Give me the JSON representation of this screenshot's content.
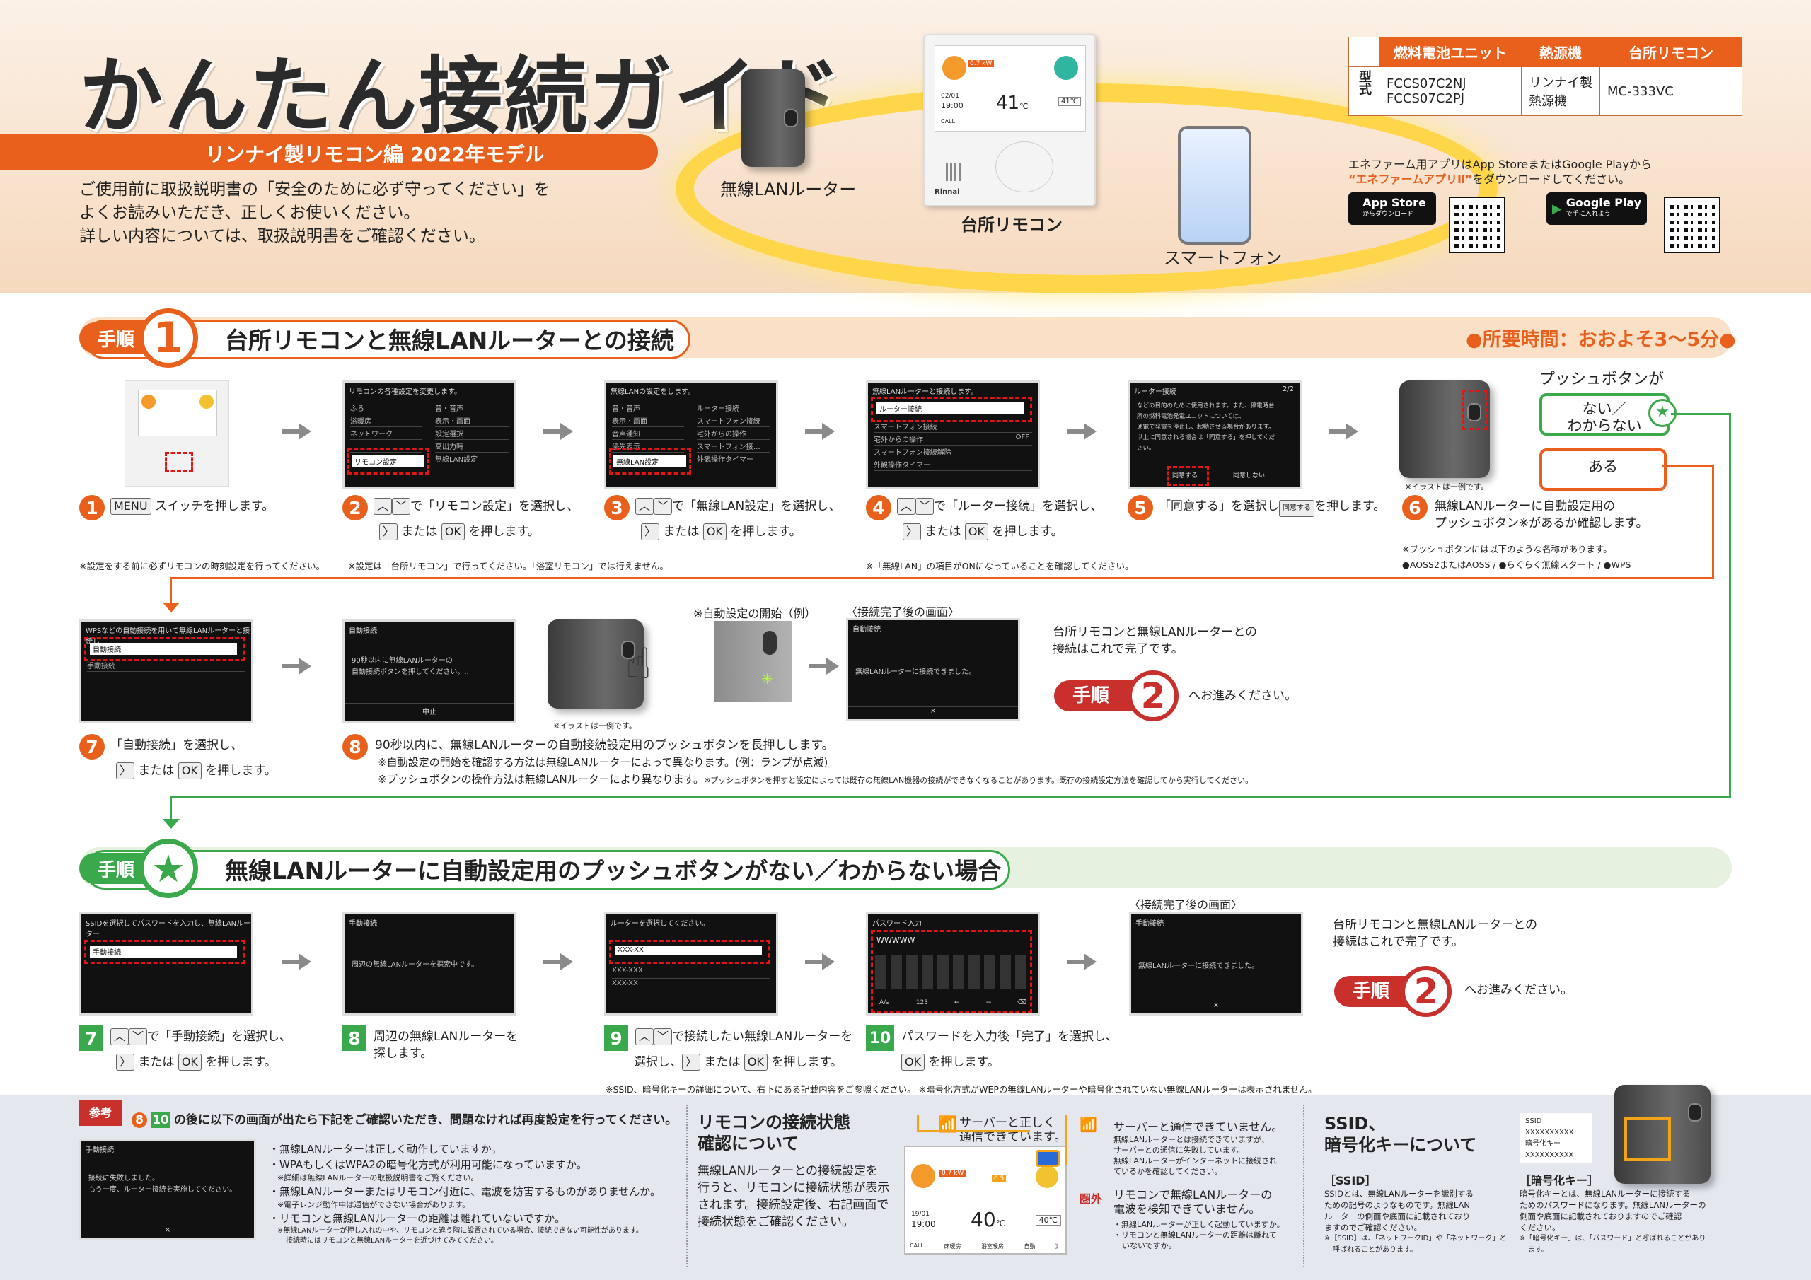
{
  "header": {
    "title": "かんたん接続ガイド",
    "subtitle": "リンナイ製リモコン編 2022年モデル",
    "intro": [
      "ご使用前に取扱説明書の「安全のために必ず守ってください」を",
      "よくお読みいただき、正しくお使いください。",
      "詳しい内容については、取扱説明書をご確認ください。"
    ],
    "devices": {
      "router": "無線LANルーター",
      "remote": "台所リモコン",
      "phone": "スマートフォン",
      "remote_brand": "Rinnai"
    },
    "remote_screen": {
      "temp": "41",
      "unit": "℃",
      "small_temp": "41℃",
      "time": "19:00",
      "date": "02/01",
      "call": "CALL",
      "badge": "0.7 kW"
    },
    "phone_screen": {}
  },
  "model_table": {
    "headers": [
      "燃料電池ユニット",
      "熱源機",
      "台所リモコン"
    ],
    "row_label": "型式",
    "cells": [
      [
        "FCCS07C2NJ",
        "FCCS07C2PJ"
      ],
      [
        "リンナイ製",
        "熱源機"
      ],
      [
        "MC-333VC"
      ]
    ]
  },
  "app": {
    "note1": "エネファーム用アプリはApp StoreまたはGoogle Playから",
    "note2_link": "“エネファームアプリⅡ”",
    "note2_rest": "をダウンロードしてください。",
    "appstore_main": "App Store",
    "appstore_sub": "からダウンロード",
    "googleplay_main": "Google Play",
    "googleplay_sub": "で手に入れよう"
  },
  "section1": {
    "tag": "手順",
    "number": "1",
    "title": "台所リモコンと無線LANルーターとの接続",
    "time": "●所要時間：おおよそ3〜5分●",
    "screens": {
      "s2": {
        "header": "リモコンの各種設定を変更します。",
        "items": [
          "ふろ",
          "浴暖房",
          "ネットワーク",
          "",
          "リモコン設定"
        ],
        "items_r": [
          "音・音声",
          "表示・画面",
          "設定選択",
          "高出力時",
          "無線LAN設定"
        ]
      },
      "s3": {
        "header": "無線LANの設定をします。",
        "items": [
          "音・音声",
          "表示・画面",
          "音声通知",
          "優先表示",
          "無線LAN設定"
        ],
        "items_r": [
          "ルーター接続",
          "スマートフォン接続",
          "宅外からの操作",
          "スマートフォン接…",
          "外観操作タイマー"
        ]
      },
      "s4": {
        "header": "無線LANルーターと接続します。",
        "items": [
          "ルーター接続",
          "スマートフォン接続",
          "宅外からの操作",
          "スマートフォン接続解除",
          "外観操作タイマー"
        ],
        "off": "OFF"
      },
      "s5": {
        "header": "ルーター接続",
        "page": "2/2",
        "body": [
          "などの目的のために使用されます。また、停電時台",
          "所の燃料電池発電ユニットについては、",
          "通電で発電を停止し、起動させる場合があります。",
          "以上に同意される場合は「同意する」を押してくだ",
          "さい。"
        ],
        "agree": "同意する",
        "disagree": "同意しない"
      }
    },
    "steps": {
      "s1": {
        "num": "1",
        "key": "MENU",
        "text": "スイッチを押します。"
      },
      "s2": {
        "num": "2",
        "text_a": "で「リモコン設定」を選択し、",
        "or": "または",
        "ok": "OK",
        "text_b": "を押します。"
      },
      "s3": {
        "num": "3",
        "text_a": "で「無線LAN設定」を選択し、",
        "or": "または",
        "ok": "OK",
        "text_b": "を押します。"
      },
      "s4": {
        "num": "4",
        "text_a": "で「ルーター接続」を選択し、",
        "or": "または",
        "ok": "OK",
        "text_b": "を押します。"
      },
      "s5": {
        "num": "5",
        "text_a": "「同意する」を選択し",
        "key": "同意する",
        "text_b": "を押します。"
      },
      "s6": {
        "num": "6",
        "text": [
          "無線LANルーターに自動設定用の",
          "プッシュボタン※があるか確認します。"
        ]
      }
    },
    "illus_note": "※イラストは一例です。",
    "push_question": "プッシュボタンが",
    "opt_no": "ない／\nわからない",
    "opt_yes": "ある",
    "push_names_note": "※プッシュボタンには以下のような名称があります。",
    "push_names": "●AOSS2またはAOSS / ●らくらく無線スタート / ●WPS",
    "note1": "※設定をする前に必ずリモコンの時刻設定を行ってください。",
    "note2": "※設定は「台所リモコン」で行ってください。「浴室リモコン」では行えません。",
    "note3": "※「無線LAN」の項目がONになっていることを確認してください。",
    "screens2": {
      "s7": {
        "header": "WPSなどの自動接続を用いて無線LANルーターと接続し",
        "hl": "自動接続",
        "item2": "手動接続"
      },
      "s8": {
        "header": "自動接続",
        "body1": "90秒以内に無線LANルーターの",
        "body2": "自動接続ボタンを押してください。..",
        "cancel": "中止"
      },
      "done": {
        "caption": "〈接続完了後の画面〉",
        "header": "自動接続",
        "body": "無線LANルーターに接続できました。",
        "x": "×"
      },
      "auto_example": "※自動設定の開始（例）"
    },
    "steps2": {
      "s7": {
        "num": "7",
        "text_a": "「自動接続」を選択し、",
        "or": "または",
        "ok": "OK",
        "text_b": "を押します。"
      },
      "s8": {
        "num": "8",
        "text": "90秒以内に、無線LANルーターの自動接続設定用のプッシュボタンを長押しします。",
        "n1": "※自動設定の開始を確認する方法は無線LANルーターによって異なります。(例：ランプが点滅)",
        "n2": "※プッシュボタンの操作方法は無線LANルーターにより異なります。",
        "n3": "※プッシュボタンを押すと設定によっては既存の無線LAN機器の接続ができなくなることがあります。既存の接続設定方法を確認してから実行してください。"
      }
    },
    "complete": [
      "台所リモコンと無線LANルーターとの",
      "接続はこれで完了です。"
    ],
    "next_tag": "手順",
    "next_num": "2",
    "next_text": "へお進みください。"
  },
  "section_star": {
    "tag": "手順",
    "star": "★",
    "title": "無線LANルーターに自動設定用のプッシュボタンがない／わからない場合",
    "screens": {
      "s7": {
        "header": "SSIDを選択してパスワードを入力し、無線LANルーター",
        "hl": "手動接続"
      },
      "s8": {
        "header": "手動接続",
        "body": "周辺の無線LANルーターを探索中です。"
      },
      "s9": {
        "header": "ルーターを選択してください。",
        "hl": "XXX-XX",
        "item2": "XXX-XXX",
        "item3": "XXX-XX"
      },
      "s10": {
        "header": "パスワード入力",
        "value": "WWWWW",
        "bottom": [
          "A/a",
          "123",
          "←",
          "→",
          "⌫"
        ]
      },
      "done": {
        "caption": "〈接続完了後の画面〉",
        "header": "手動接続",
        "body": "無線LANルーターに接続できました。",
        "x": "×"
      }
    },
    "steps": {
      "s7": {
        "num": "7",
        "text_a": "で「手動接続」を選択し、",
        "or": "または",
        "ok": "OK",
        "text_b": "を押します。"
      },
      "s8": {
        "num": "8",
        "text": [
          "周辺の無線LANルーターを",
          "探します。"
        ]
      },
      "s9": {
        "num": "9",
        "text_a": "で接続したい無線LANルーターを",
        "text_c": "選択し、",
        "or": "または",
        "ok": "OK",
        "text_b": "を押します。"
      },
      "s10": {
        "num": "10",
        "text_a": "パスワードを入力後「完了」を選択し、",
        "ok": "OK",
        "text_b": "を押します。"
      }
    },
    "note": "※SSID、暗号化キーの詳細について、右下にある記載内容をご参照ください。 ※暗号化方式がWEPの無線LANルーターや暗号化されていない無線LANルーターは表示されません。",
    "complete": [
      "台所リモコンと無線LANルーターとの",
      "接続はこれで完了です。"
    ],
    "next_tag": "手順",
    "next_num": "2",
    "next_text": "へお進みください。"
  },
  "reference": {
    "tag": "参考",
    "intro_num1": "8",
    "intro_num2": "10",
    "intro": "の後に以下の画面が出たら下記をご確認いただき、問題なければ再度設定を行ってください。",
    "err_screen": {
      "header": "手動接続",
      "body1": "接続に失敗しました。",
      "body2": "もう一度、ルーター接続を実施してください。",
      "x": "×"
    },
    "checks": [
      "・無線LANルーターは正しく動作していますか。",
      "・WPAもしくはWPA2の暗号化方式が利用可能になっていますか。",
      "※詳細は無線LANルーターの取扱説明書をご覧ください。",
      "・無線LANルーターまたはリモコン付近に、電波を妨害するものがありませんか。",
      "※電子レンジ動作中は通信ができない場合があります。",
      "・リモコンと無線LANルーターの距離は離れていないですか。",
      "※無線LANルーターが押し入れの中や、リモコンと違う階に設置されている場合、接続できない可能性があります。",
      "接続時にはリモコンと無線LANルーターを近づけてみてください。"
    ],
    "status_title": [
      "リモコンの接続状態",
      "確認について"
    ],
    "status_body": [
      "無線LANルーターとの接続設定を",
      "行うと、リモコンに接続状態が表示",
      "されます。接続設定後、右記画面で",
      "接続状態をご確認ください。"
    ],
    "status_ok": [
      "サーバーと正しく",
      "通信できています。"
    ],
    "status_ng_title": "サーバーと通信できていません。",
    "status_ng_body": [
      "無線LANルーターとは接続できていますが、",
      "サーバーとの通信に失敗しています。",
      "無線LANルーターがインターネットに接続され",
      "ているかを確認してください。"
    ],
    "out_tag": "圏外",
    "out_title": [
      "リモコンで無線LANルーターの",
      "電波を検知できていません。"
    ],
    "out_body": [
      "・無線LANルーターが正しく起動していますか。",
      "・リモコンと無線LANルーターの距離は離れて",
      "いないですか。"
    ],
    "remote_screen": {
      "temp": "40",
      "unit": "℃",
      "small": "40℃",
      "time": "19:00",
      "date": "19/01",
      "menu": [
        "CALL",
        "床暖房",
        "浴室暖房",
        "自動",
        "》"
      ],
      "badge1": "0.7 kW",
      "badge2": "0.5"
    },
    "ssid_title": [
      "SSID、",
      "暗号化キーについて"
    ],
    "ssid_label": "［SSID］",
    "ssid_body": [
      "SSIDとは、無線LANルーターを識別する",
      "ための記号のようなものです。無線LAN",
      "ルーターの側面や底面に記載されており",
      "ますのでご確認ください。",
      "※［SSID］は、「ネットワークID」や「ネットワーク」と",
      "呼ばれることがあります。"
    ],
    "key_label": "［暗号化キー］",
    "key_body": [
      "暗号化キーとは、無線LANルーターに接続する",
      "ためのパスワードになります。無線LANルーターの",
      "側面や底面に記載されておりますのでご確認",
      "ください。",
      "※「暗号化キー」は、「パスワード」と呼ばれることがあり",
      "ます。"
    ],
    "sticker": [
      "SSID",
      "XXXXXXXXXX",
      "暗号化キー",
      "XXXXXXXXXX"
    ]
  },
  "colors": {
    "accent": "#e8601c",
    "green": "#3aa94b",
    "red_dash": "#e31414"
  }
}
